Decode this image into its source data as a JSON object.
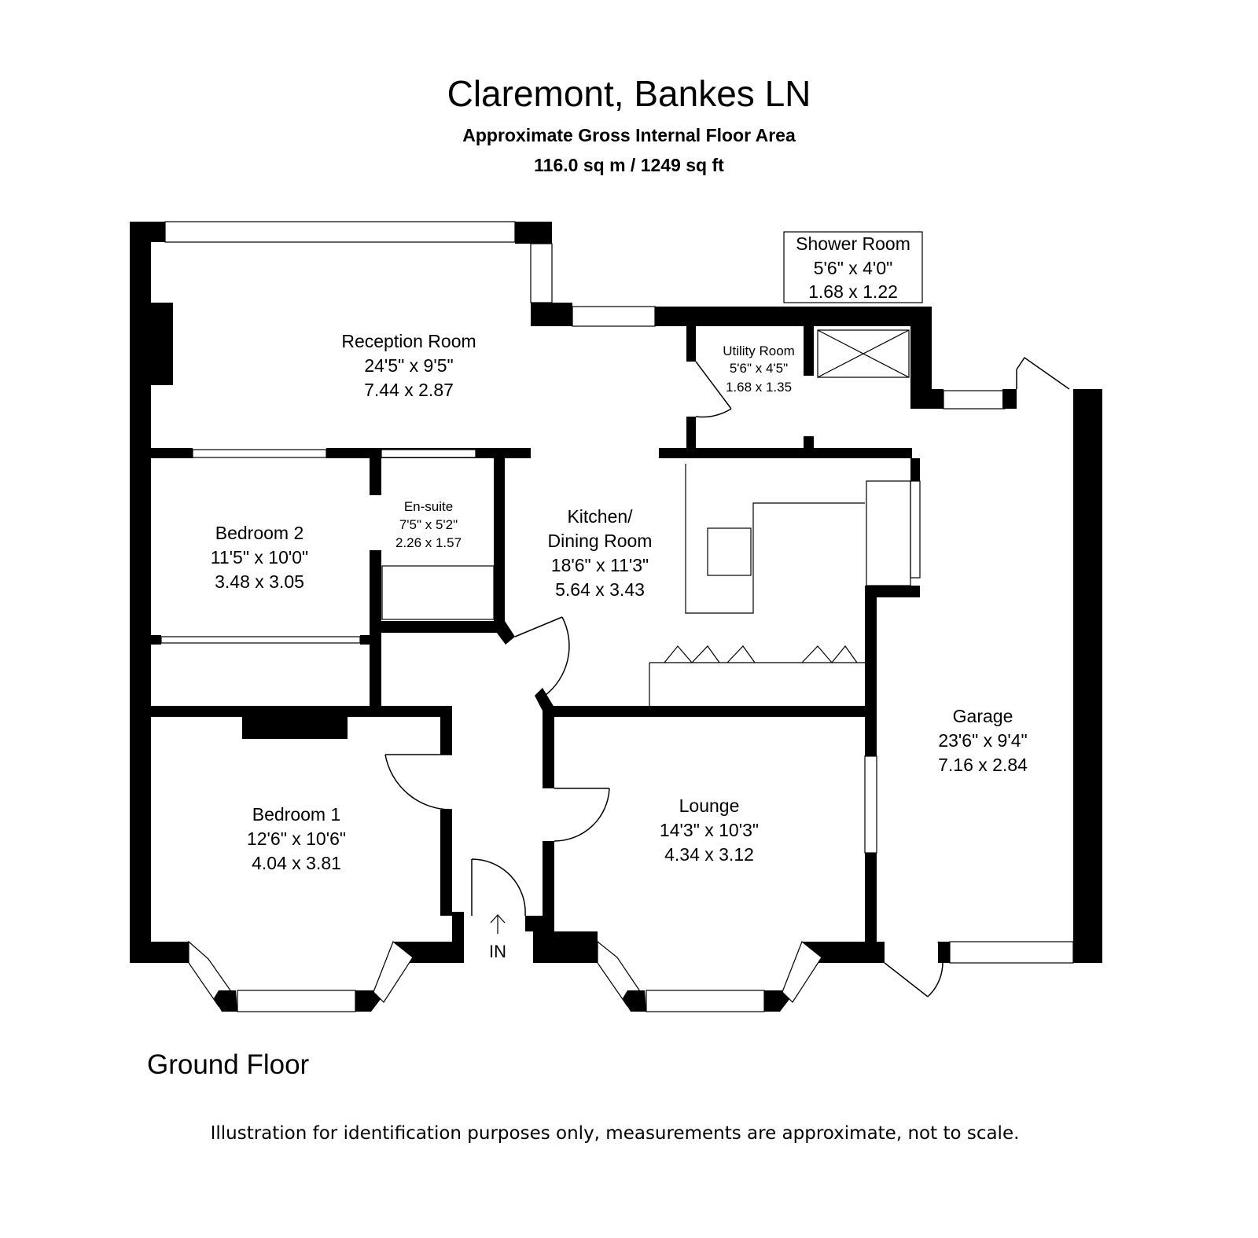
{
  "header": {
    "title": "Claremont, Bankes LN",
    "subtitle": "Approximate Gross Internal Floor Area",
    "area": "116.0 sq m  / 1249 sq ft"
  },
  "rooms": {
    "reception": {
      "name": "Reception Room",
      "imperial": "24'5\" x 9'5\"",
      "metric": "7.44 x 2.87"
    },
    "shower": {
      "name": "Shower Room",
      "imperial": "5'6\" x 4'0\"",
      "metric": "1.68 x 1.22"
    },
    "utility": {
      "name": "Utility Room",
      "imperial": "5'6\" x 4'5\"",
      "metric": "1.68 x 1.35"
    },
    "ensuite": {
      "name": "En-suite",
      "imperial": "7'5\" x 5'2\"",
      "metric": "2.26 x 1.57"
    },
    "bedroom2": {
      "name": "Bedroom 2",
      "imperial": "11'5\" x 10'0\"",
      "metric": "3.48 x 3.05"
    },
    "kitchen": {
      "name1": "Kitchen/",
      "name2": "Dining Room",
      "imperial": "18'6\" x 11'3\"",
      "metric": "5.64 x 3.43"
    },
    "garage": {
      "name": "Garage",
      "imperial": "23'6\" x 9'4\"",
      "metric": "7.16 x 2.84"
    },
    "bedroom1": {
      "name": "Bedroom 1",
      "imperial": "12'6\" x 10'6\"",
      "metric": "4.04 x 3.81"
    },
    "lounge": {
      "name": "Lounge",
      "imperial": "14'3\" x 10'3\"",
      "metric": "4.34 x 3.12"
    }
  },
  "entrance_label": "IN",
  "floor_label": "Ground Floor",
  "disclaimer": "Illustration for identification purposes only, measurements are approximate, not to scale."
}
